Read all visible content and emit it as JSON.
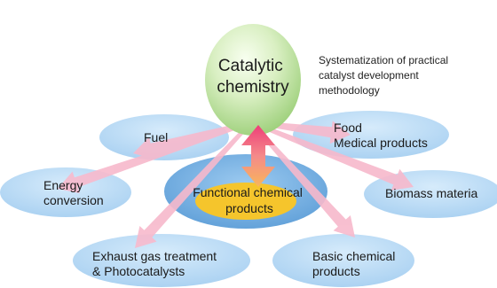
{
  "center": {
    "lines": [
      "Catalytic",
      "chemistry"
    ]
  },
  "note": {
    "lines": [
      "Systematization of practical",
      "catalyst development",
      "methodology"
    ]
  },
  "core": {
    "lines": [
      "Functional chemical",
      "products"
    ]
  },
  "fields": {
    "fuel": {
      "lines": [
        "Fuel"
      ]
    },
    "food": {
      "lines": [
        "Food",
        "Medical products"
      ]
    },
    "energy": {
      "lines": [
        "Energy",
        "conversion"
      ]
    },
    "biomass": {
      "lines": [
        "Biomass materia"
      ]
    },
    "exhaust": {
      "lines": [
        "Exhaust gas treatment",
        "& Photocatalysts"
      ]
    },
    "basic": {
      "lines": [
        "Basic chemical",
        "products"
      ]
    }
  },
  "colors": {
    "ellipse_fill": "#bcdcf5",
    "ellipse_edge": "#8fc0e8",
    "core_blue": "#7fb6e6",
    "core_yellow": "#f5c830",
    "egg_light": "#f2fbe8",
    "egg_dark": "#9fd07a",
    "arrow_pink": "#f7b9cc",
    "double_arrow_top": "#f0487a",
    "double_arrow_bottom": "#f7b060"
  }
}
